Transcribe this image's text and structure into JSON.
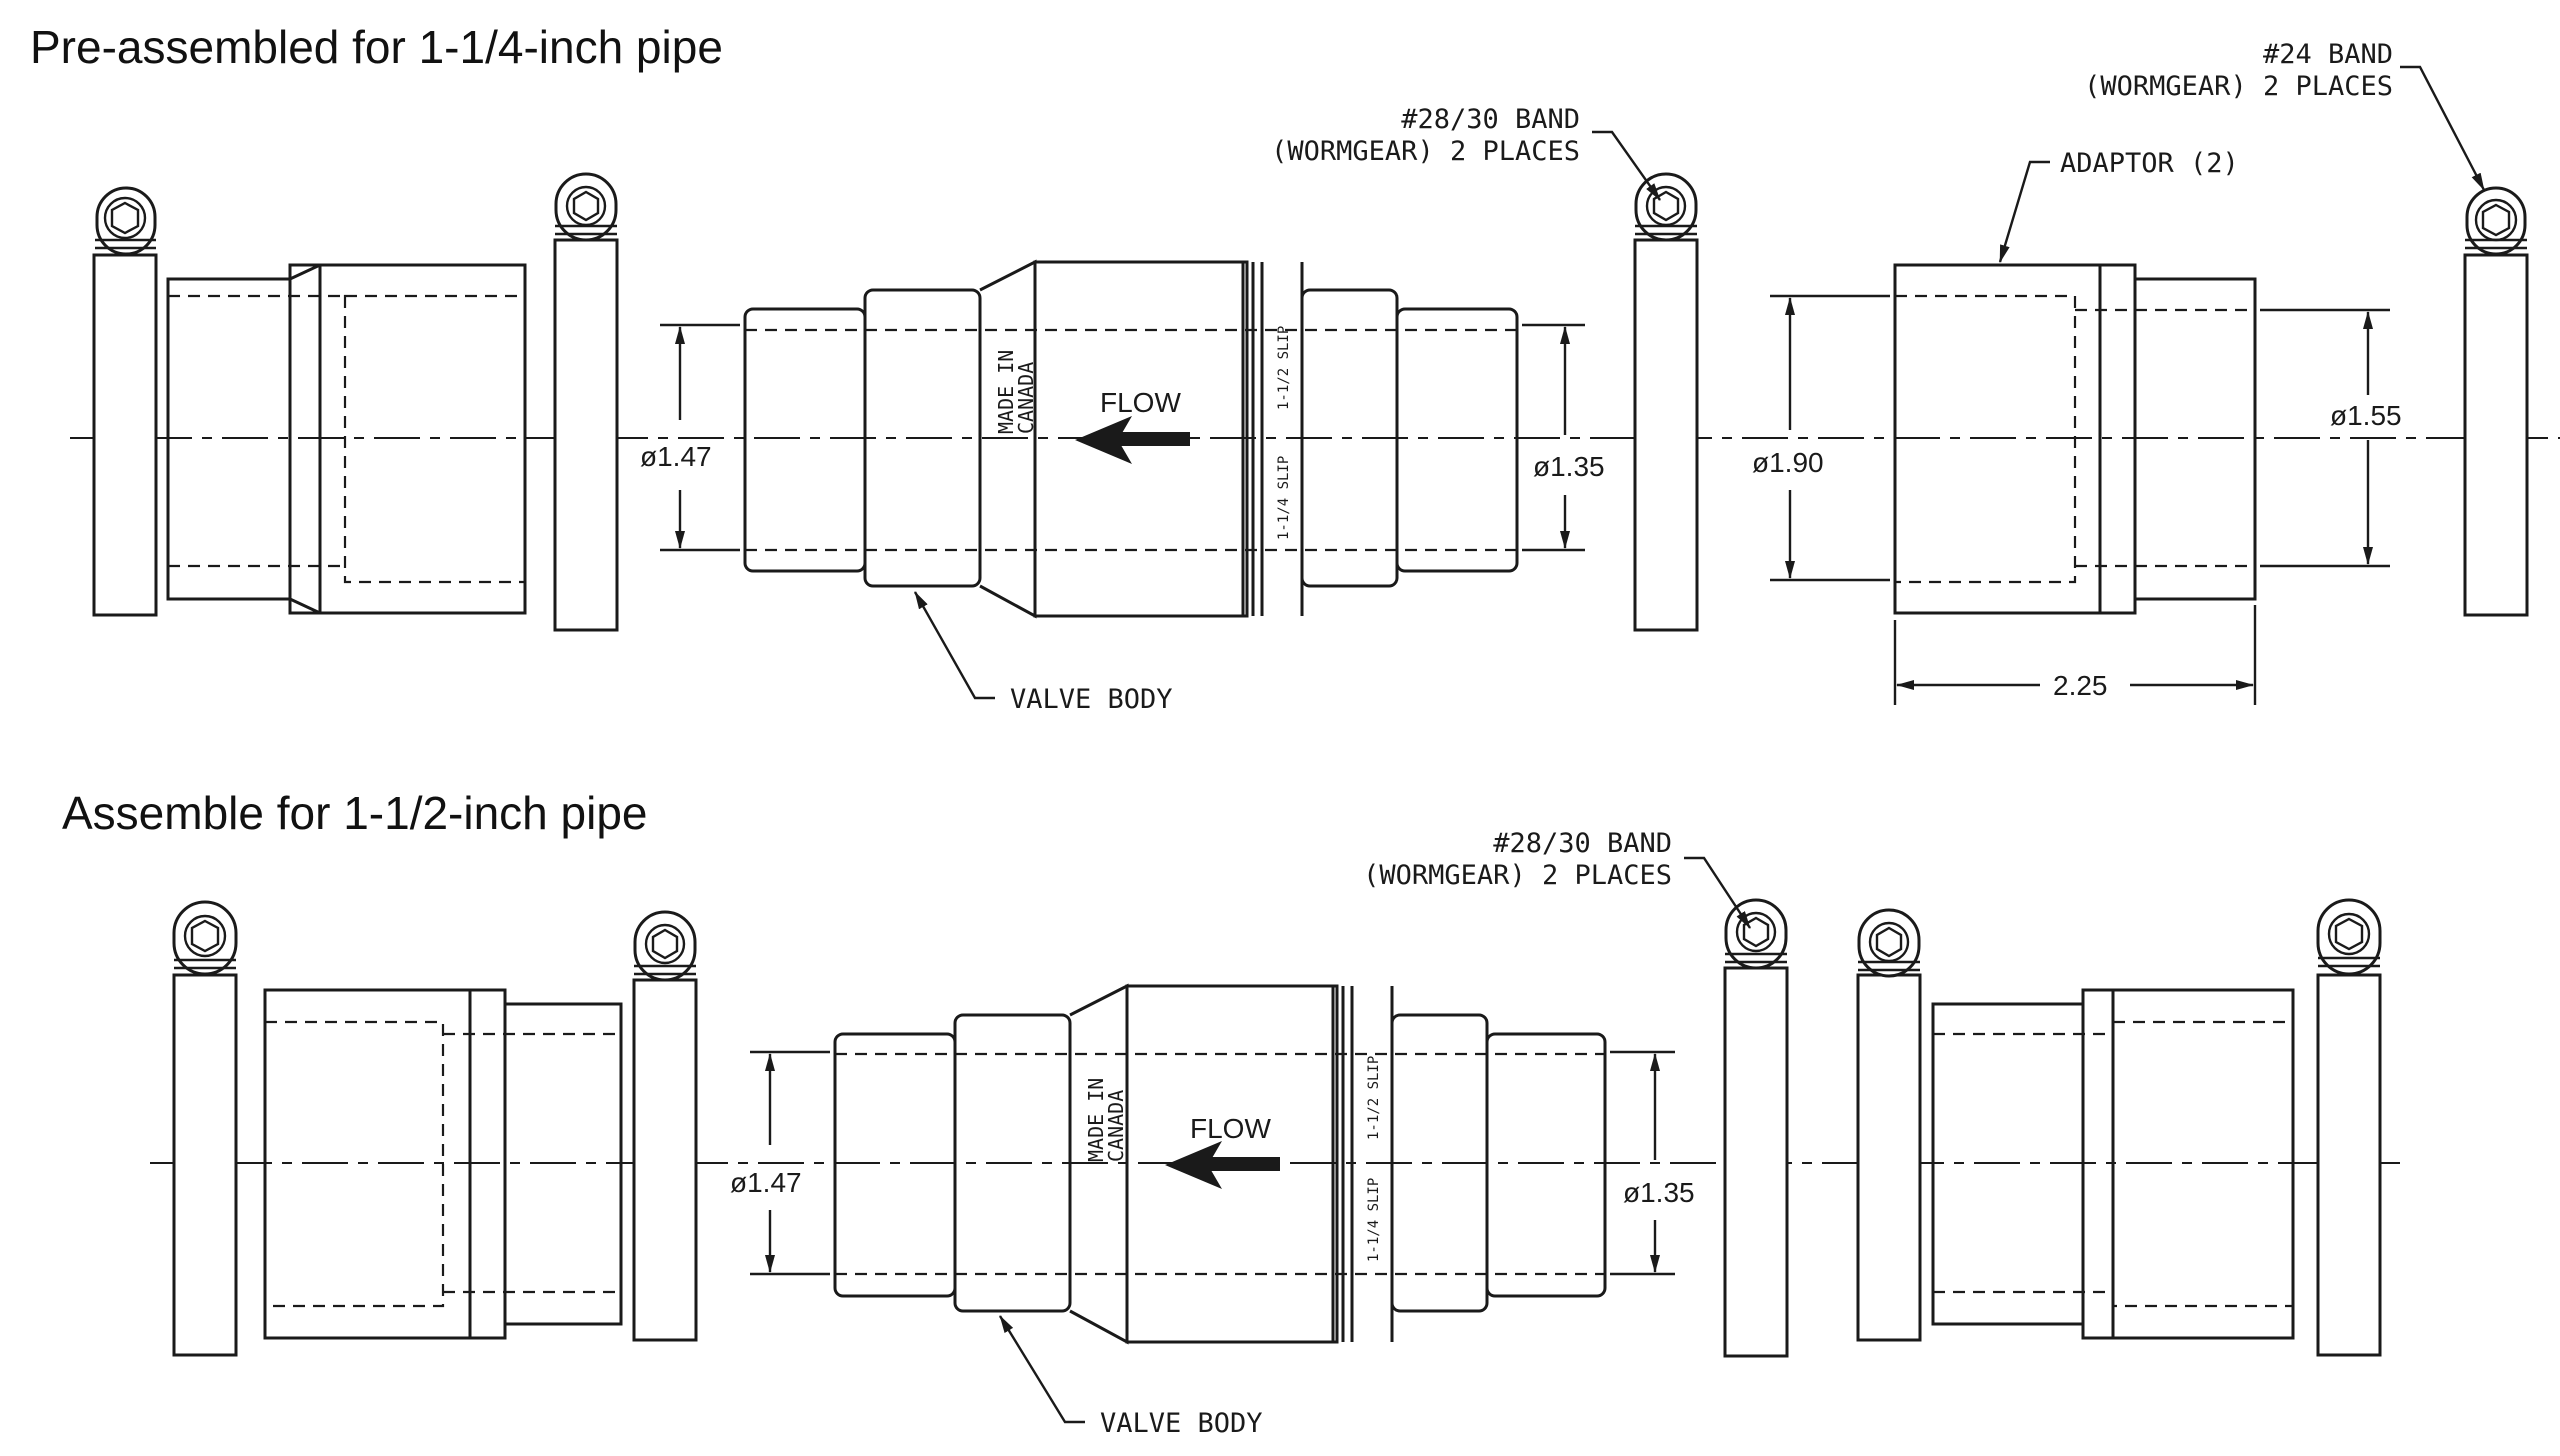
{
  "sections": [
    {
      "title": "Pre-assembled for 1-1/4-inch pipe",
      "flow_label": "FLOW",
      "made_in": [
        "MADE IN",
        "CANADA"
      ],
      "slip_large": "1-1/2 SLIP",
      "slip_small": "1-1/4 SLIP",
      "valve_body_label": "VALVE BODY",
      "band_28_30_label": [
        "#28/30 BAND",
        "(WORMGEAR) 2 PLACES"
      ],
      "band_24_label": [
        "#24 BAND",
        "(WORMGEAR) 2 PLACES"
      ],
      "adaptor_label": "ADAPTOR (2)",
      "dims": {
        "left": "ø1.47",
        "right": "ø1.35",
        "adaptor_od": "ø1.90",
        "adaptor_id": "ø1.55",
        "length": "2.25"
      }
    },
    {
      "title": "Assemble for 1-1/2-inch pipe",
      "flow_label": "FLOW",
      "made_in": [
        "MADE IN",
        "CANADA"
      ],
      "slip_large": "1-1/2 SLIP",
      "slip_small": "1-1/4 SLIP",
      "valve_body_label": "VALVE BODY",
      "band_28_30_label": [
        "#28/30 BAND",
        "(WORMGEAR) 2 PLACES"
      ],
      "dims": {
        "left": "ø1.47",
        "right": "ø1.35"
      }
    }
  ]
}
